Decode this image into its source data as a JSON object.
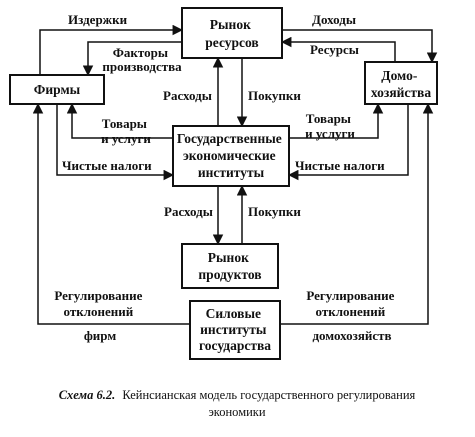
{
  "boxes": {
    "resource_market": [
      "Рынок",
      "ресурсов"
    ],
    "firms": [
      "Фирмы"
    ],
    "households": [
      "Домо-",
      "хозяйства"
    ],
    "state_institutions": [
      "Государственные",
      "экономические",
      "институты"
    ],
    "product_market": [
      "Рынок",
      "продуктов"
    ],
    "power_institutions": [
      "Силовые",
      "институты",
      "государства"
    ]
  },
  "labels": {
    "costs": "Издержки",
    "income": "Доходы",
    "factors_of_production": [
      "Факторы",
      "производства"
    ],
    "resources": "Ресурсы",
    "spending_top": "Расходы",
    "purchases_top": "Покупки",
    "goods_services_left": [
      "Товары",
      "и услуги"
    ],
    "goods_services_right": [
      "Товары",
      "и услуги"
    ],
    "net_taxes_left": "Чистые налоги",
    "net_taxes_right": "Чистые налоги",
    "spending_bottom": "Расходы",
    "purchases_bottom": "Покупки",
    "regulation_firms": [
      "Регулирование",
      "отклонений",
      "фирм"
    ],
    "regulation_households": [
      "Регулирование",
      "отклонений",
      "домохозяйств"
    ]
  },
  "caption": {
    "number": "Схема 6.2.",
    "line1": "Кейнсианская модель государственного регулирования",
    "line2": "экономики"
  }
}
